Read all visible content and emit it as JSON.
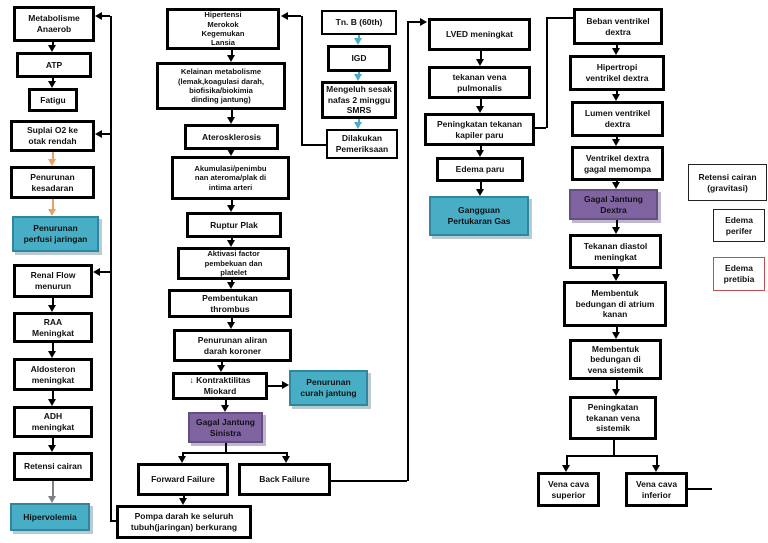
{
  "colors": {
    "teal_fill": "#47AEC6",
    "teal_border": "#2E86A0",
    "purple_fill": "#8064A2",
    "red_border": "#C0504D",
    "arrow_orange": "#E8A25F",
    "arrow_blue": "#4BACC6",
    "arrow_gray": "#808080",
    "line_black": "#000000"
  },
  "nodes": {
    "metabolisme": {
      "label": "Metabolisme\nAnaerob"
    },
    "atp": {
      "label": "ATP"
    },
    "fatigu": {
      "label": "Fatigu"
    },
    "suplai": {
      "label": "Suplai O2 ke\notak rendah"
    },
    "kesadaran": {
      "label": "Penurunan\nkesadaran"
    },
    "perfusi": {
      "label": "Penurunan\nperfusi jaringan"
    },
    "renal": {
      "label": "Renal Flow\nmenurun"
    },
    "raa": {
      "label": "RAA\nMeningkat"
    },
    "aldosteron": {
      "label": "Aldosteron\nmeningkat"
    },
    "adh": {
      "label": "ADH\nmeningkat"
    },
    "retensi": {
      "label": "Retensi cairan"
    },
    "hipervolemia": {
      "label": "Hipervolemia"
    },
    "hipertensi": {
      "label": "Hipertensi\nMerokok\nKegemukan\nLansia"
    },
    "kelainan": {
      "label": "Kelainan metabolisme\n(lemak,koagulasi darah,\nbiofisika/biokimia\ndinding jantung)"
    },
    "aterosklerosis": {
      "label": "Aterosklerosis"
    },
    "akumulasi": {
      "label": "Akumulasi/penimbu\nnan ateroma/plak di\nintima arteri"
    },
    "ruptur": {
      "label": "Ruptur Plak"
    },
    "aktivasi": {
      "label": "Aktivasi factor\npembekuan dan\nplatelet"
    },
    "pembentukan": {
      "label": "Pembentukan\nthrombus"
    },
    "aliran": {
      "label": "Penurunan aliran\ndarah koroner"
    },
    "kontraktilitas": {
      "icon": "↓",
      "label": "Kontraktilitas\nMiokard"
    },
    "sinistra": {
      "label": "Gagal Jantung\nSinistra"
    },
    "forward": {
      "label": "Forward Failure"
    },
    "back": {
      "label": "Back Failure"
    },
    "pompa": {
      "label": "Pompa darah ke seluruh\ntubuh(jaringan) berkurang"
    },
    "curah": {
      "label": "Penurunan\ncurah jantung"
    },
    "tnb": {
      "label": "Tn. B (60th)"
    },
    "igd": {
      "label": "IGD"
    },
    "mengeluh": {
      "label": "Mengeluh sesak\nnafas 2 minggu\nSMRS"
    },
    "dilakukan": {
      "label": "Dilakukan\nPemeriksaan"
    },
    "lved": {
      "label": "LVED meningkat"
    },
    "vena_pulmonalis": {
      "label": "tekanan vena\npulmonalis"
    },
    "kapiler": {
      "label": "Peningkatan tekanan\nkapiler paru"
    },
    "edema_paru": {
      "label": "Edema paru"
    },
    "gangguan": {
      "label": "Gangguan\nPertukaran Gas"
    },
    "beban": {
      "label": "Beban ventrikel\ndextra"
    },
    "hipertropi": {
      "label": "Hipertropi\nventrikel dextra"
    },
    "lumen": {
      "label": "Lumen ventrikel\ndextra"
    },
    "ventrikel_gagal": {
      "label": "Ventrikel dextra\ngagal memompa"
    },
    "dextra": {
      "label": "Gagal Jantung\nDextra"
    },
    "diastol": {
      "label": "Tekanan diastol\nmeningkat"
    },
    "bedungan_atrium": {
      "label": "Membentuk\nbedungan di atrium\nkanan"
    },
    "bedungan_vena": {
      "label": "Membentuk\nbedungan di\nvena sistemik"
    },
    "peningkatan_vena": {
      "label": "Peningkatan\ntekanan vena\nsistemik"
    },
    "vcs": {
      "label": "Vena cava\nsuperior"
    },
    "vci": {
      "label": "Vena cava\ninferior"
    },
    "retensi_gravitasi": {
      "label": "Retensi cairan\n(gravitasi)"
    },
    "edema_perifer": {
      "label": "Edema\nperifer"
    },
    "edema_pretibia": {
      "label": "Edema\npretibia"
    }
  }
}
